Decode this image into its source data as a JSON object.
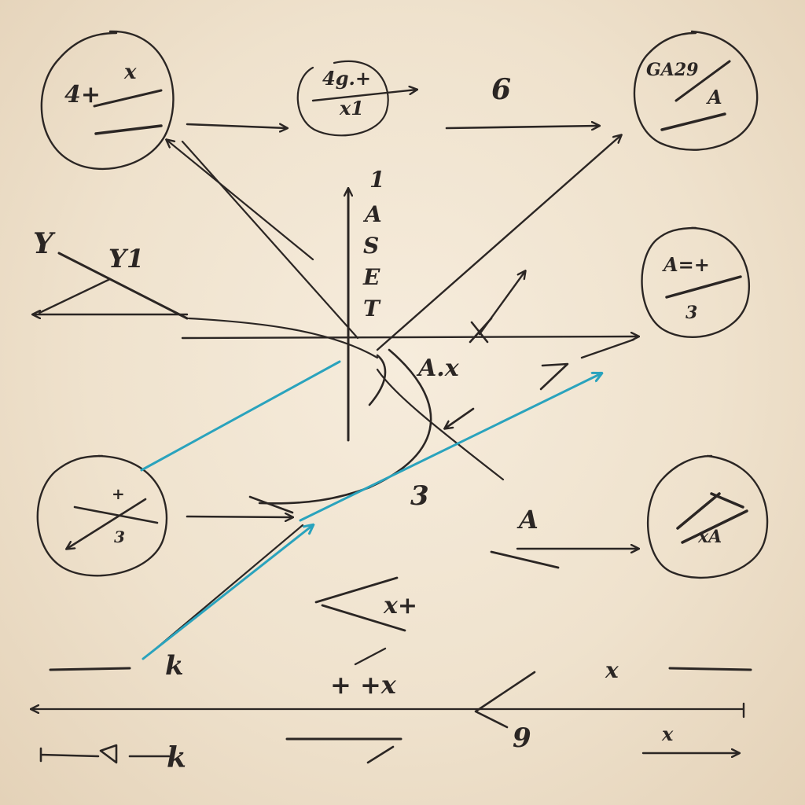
{
  "colors": {
    "paper": "#f3e8d6",
    "ink": "#2b2624",
    "accent": "#2aa3bd"
  },
  "labels": {
    "c1": "4+",
    "c1b": "x",
    "c2": "4g.+",
    "c2b": "x1",
    "c3": "6",
    "c4": "GA29",
    "c4b": "A",
    "y_left": "Y",
    "y1": "Y1",
    "axis_top": "1",
    "axis_a": "A",
    "axis_s": "S",
    "axis_e": "E",
    "axis_t": "T",
    "c5": "A=+",
    "c5b": "3",
    "ax": "A.x",
    "c6": "+",
    "c6b": "3",
    "three": "3",
    "a_right": "A",
    "c7": "xA",
    "xt": "x+",
    "k_mid": "k",
    "ttx": "+ +x",
    "xbar": "x",
    "nine": "9",
    "k_bottom": "k",
    "x_br": "x"
  }
}
